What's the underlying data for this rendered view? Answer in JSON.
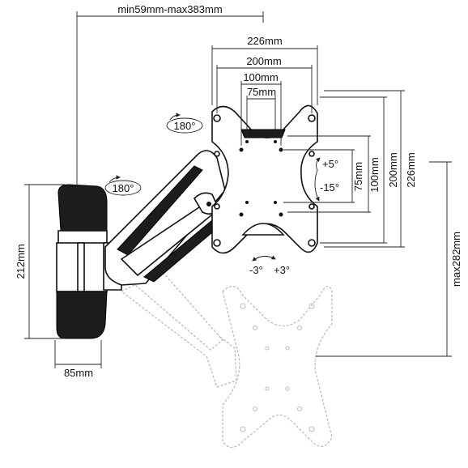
{
  "labels": {
    "arm_extension": "min59mm-max383mm",
    "vesa_226": "226mm",
    "vesa_200": "200mm",
    "vesa_100": "100mm",
    "vesa_75": "75mm",
    "rot_top": "180°",
    "rot_arm": "180°",
    "tilt_up": "+5°",
    "tilt_down": "-15°",
    "v_75": "75mm",
    "v_100": "100mm",
    "v_200": "200mm",
    "v_226": "226mm",
    "max_height": "max282mm",
    "swivel_neg": "-3°",
    "swivel_pos": "+3°",
    "wall_height": "212mm",
    "wall_width": "85mm"
  },
  "colors": {
    "line": "#111111",
    "ghost": "#b8b8b8",
    "fill_dark": "#1c1c1c"
  }
}
